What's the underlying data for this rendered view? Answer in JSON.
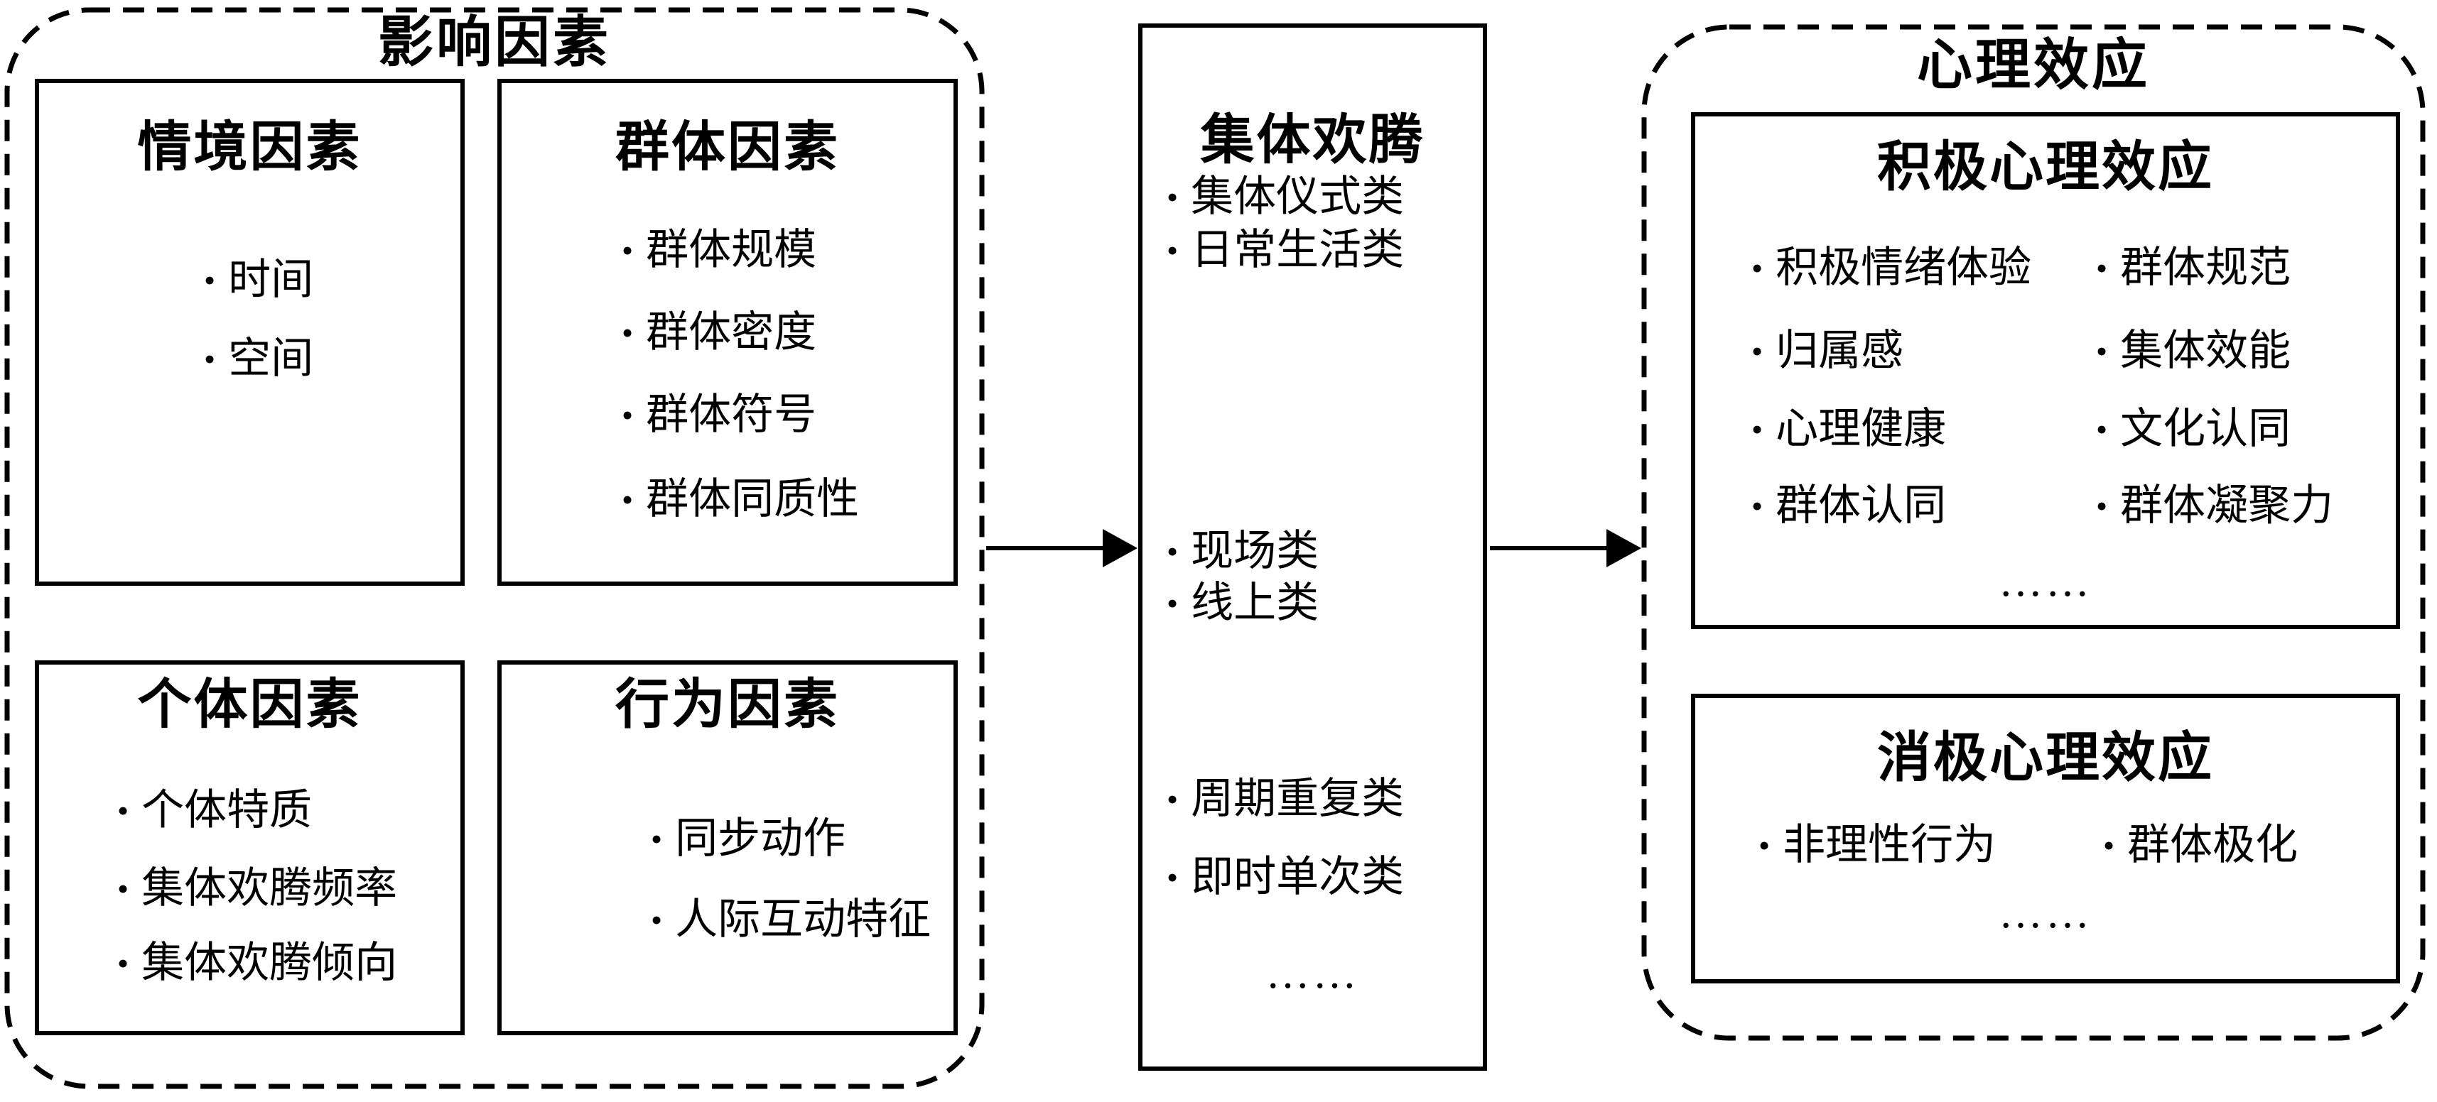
{
  "colors": {
    "line": "#000000",
    "background": "#ffffff"
  },
  "bullet": "•",
  "left_panel": {
    "title": "影响因素",
    "boxes": [
      {
        "heading": "情境因素",
        "items": [
          "时间",
          "空间"
        ]
      },
      {
        "heading": "群体因素",
        "items": [
          "群体规模",
          "群体密度",
          "群体符号",
          "群体同质性"
        ]
      },
      {
        "heading": "个体因素",
        "items": [
          "个体特质",
          "集体欢腾频率",
          "集体欢腾倾向"
        ]
      },
      {
        "heading": "行为因素",
        "items": [
          "同步动作",
          "人际互动特征"
        ]
      }
    ]
  },
  "center_panel": {
    "title": "集体欢腾",
    "items": [
      "集体仪式类",
      "日常生活类",
      "现场类",
      "线上类",
      "周期重复类",
      "即时单次类"
    ],
    "ellipsis": "……"
  },
  "right_panel": {
    "title": "心理效应",
    "positive": {
      "heading": "积极心理效应",
      "col1": [
        "积极情绪体验",
        "归属感",
        "心理健康",
        "群体认同"
      ],
      "col2": [
        "群体规范",
        "集体效能",
        "文化认同",
        "群体凝聚力"
      ],
      "ellipsis": "……"
    },
    "negative": {
      "heading": "消极心理效应",
      "col1": [
        "非理性行为"
      ],
      "col2": [
        "群体极化"
      ],
      "ellipsis": "……"
    }
  }
}
